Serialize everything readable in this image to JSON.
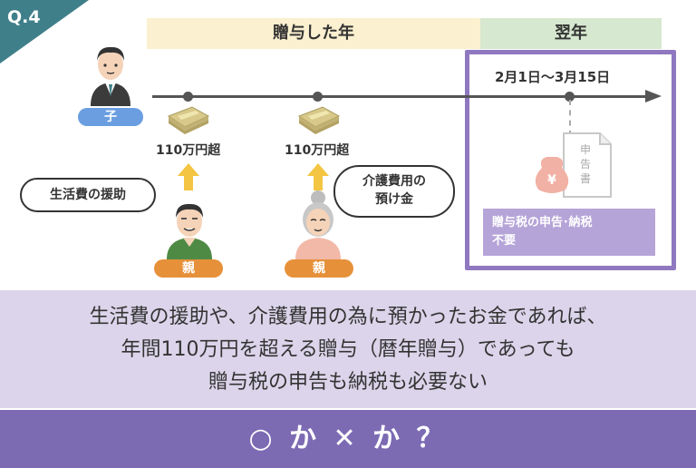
{
  "badge": {
    "label": "Q.4"
  },
  "timeline": {
    "year_band": "贈与した年",
    "next_band": "翌年",
    "date_range": "2月1日～3月15日"
  },
  "child": {
    "label": "子"
  },
  "parents": [
    {
      "label": "親",
      "bubble": "生活費の援助",
      "amount": "110万円超"
    },
    {
      "label": "親",
      "bubble_line1": "介護費用の",
      "bubble_line2": "預け金",
      "amount": "110万円超"
    }
  ],
  "document": {
    "line1": "申",
    "line2": "告",
    "line3": "書",
    "bag_symbol": "¥"
  },
  "result": {
    "line1": "贈与税の申告･納税",
    "line2": "不要"
  },
  "question": {
    "line1": "生活費の援助や、介護費用の為に預かったお金であれば、",
    "line2": "年間110万円を超える贈与（暦年贈与）であっても",
    "line3": "贈与税の申告も納税も必要ない"
  },
  "answer": {
    "text": "○ か ✕ か ？"
  },
  "colors": {
    "teal": "#3f7f8a",
    "purple": "#8f78c0",
    "answer_bar": "#7c6bb3",
    "question_bg": "#dbd4ea"
  }
}
